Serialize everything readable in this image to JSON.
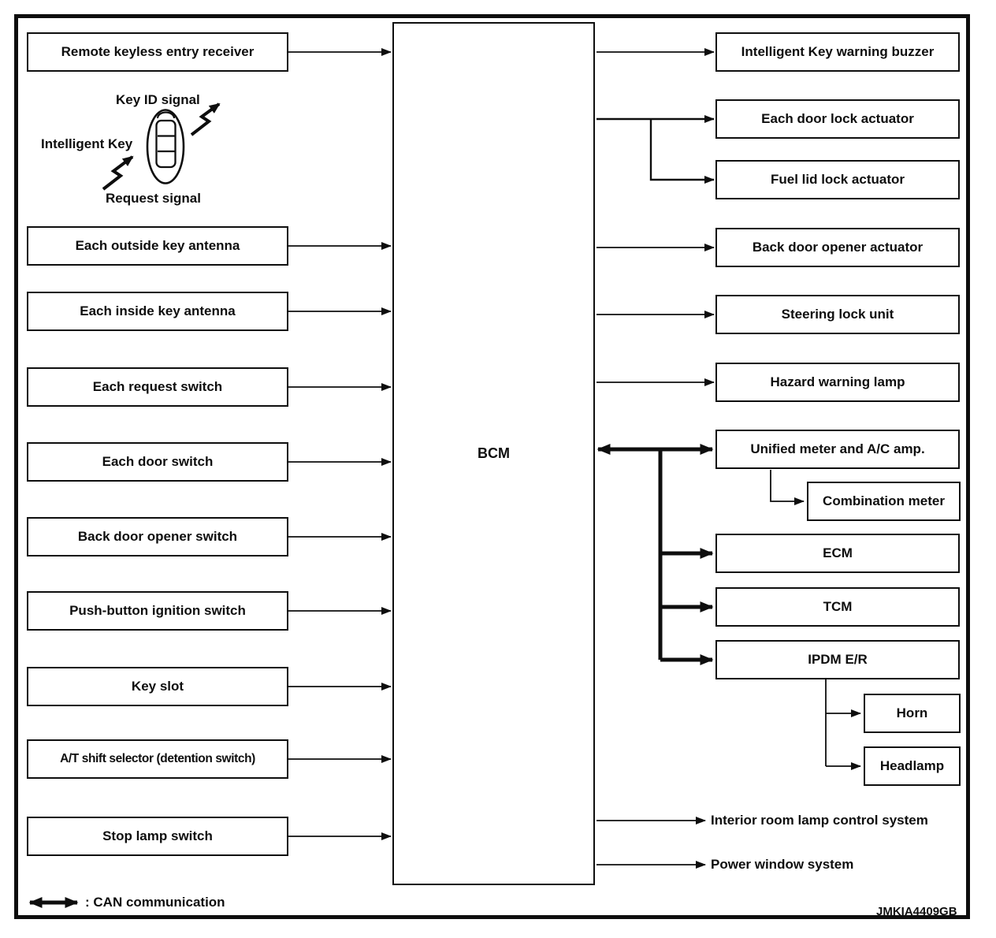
{
  "figure": {
    "code": "JMKIA4409GB",
    "legend": {
      "can_label": ": CAN communication"
    },
    "annotations": {
      "intelligent_key": "Intelligent Key",
      "key_id_signal": "Key ID signal",
      "request_signal": "Request signal"
    },
    "nodes": {
      "center": "BCM",
      "left": [
        "Remote keyless entry receiver",
        "Each outside key antenna",
        "Each inside key antenna",
        "Each request switch",
        "Each door switch",
        "Back door opener switch",
        "Push-button ignition switch",
        "Key slot",
        "A/T shift selector (detention switch)",
        "Stop lamp switch"
      ],
      "right": [
        "Intelligent Key warning buzzer",
        "Each door lock actuator",
        "Fuel lid lock actuator",
        "Back door opener actuator",
        "Steering lock unit",
        "Hazard warning lamp",
        "Unified meter and A/C amp.",
        "Combination meter",
        "ECM",
        "TCM",
        "IPDM E/R",
        "Horn",
        "Headlamp"
      ],
      "right_texts": [
        "Interior room lamp control system",
        "Power window system"
      ]
    }
  }
}
